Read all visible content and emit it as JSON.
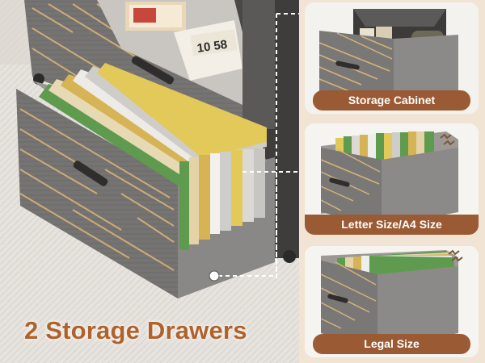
{
  "headline": "2 Storage Drawers",
  "callouts": [
    {
      "label": "Storage Cabinet"
    },
    {
      "label": "Letter Size/A4 Size"
    },
    {
      "label": "Legal Size"
    }
  ],
  "book_title": "10 58",
  "colors": {
    "accent_brown": "#9a5a34",
    "headline_orange": "#b0622c",
    "cabinet_gray": "#7a7876",
    "stripe_gold": "#d6b27a",
    "panel_bg": "#f2e4d4"
  }
}
